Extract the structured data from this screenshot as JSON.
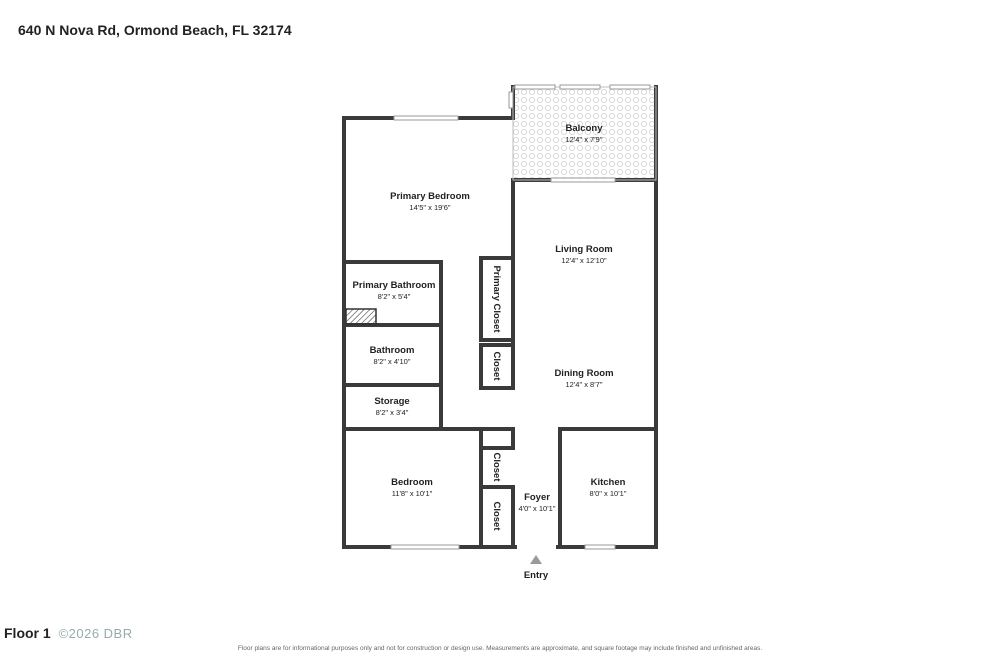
{
  "header": {
    "address": "640 N Nova Rd, Ormond Beach, FL 32174"
  },
  "rooms": {
    "balcony": {
      "name": "Balcony",
      "dims": "12'4\" x 7'9\""
    },
    "primary_bedroom": {
      "name": "Primary Bedroom",
      "dims": "14'5\" x 19'6\""
    },
    "living_room": {
      "name": "Living Room",
      "dims": "12'4\" x 12'10\""
    },
    "primary_bathroom": {
      "name": "Primary Bathroom",
      "dims": "8'2\" x 5'4\""
    },
    "primary_closet": {
      "name": "Primary Closet"
    },
    "bathroom": {
      "name": "Bathroom",
      "dims": "8'2\" x 4'10\""
    },
    "closet_1": {
      "name": "Closet"
    },
    "dining_room": {
      "name": "Dining Room",
      "dims": "12'4\" x 8'7\""
    },
    "storage": {
      "name": "Storage",
      "dims": "8'2\" x 3'4\""
    },
    "bedroom": {
      "name": "Bedroom",
      "dims": "11'8\" x 10'1\""
    },
    "closet_2": {
      "name": "Closet"
    },
    "closet_3": {
      "name": "Closet"
    },
    "foyer": {
      "name": "Foyer",
      "dims": "4'0\" x 10'1\""
    },
    "kitchen": {
      "name": "Kitchen",
      "dims": "8'0\" x 10'1\""
    }
  },
  "entry_label": "Entry",
  "footer": {
    "floor_label": "Floor 1",
    "watermark": "©2026 DBR",
    "disclaimer": "Floor plans are for informational purposes only and not for construction or design use. Measurements are approximate, and square footage may include finished and unfinished areas."
  },
  "colors": {
    "wall": "#3a3a3a",
    "window": "#cfcfcf",
    "balcony_pattern": "#d8d8d8"
  }
}
